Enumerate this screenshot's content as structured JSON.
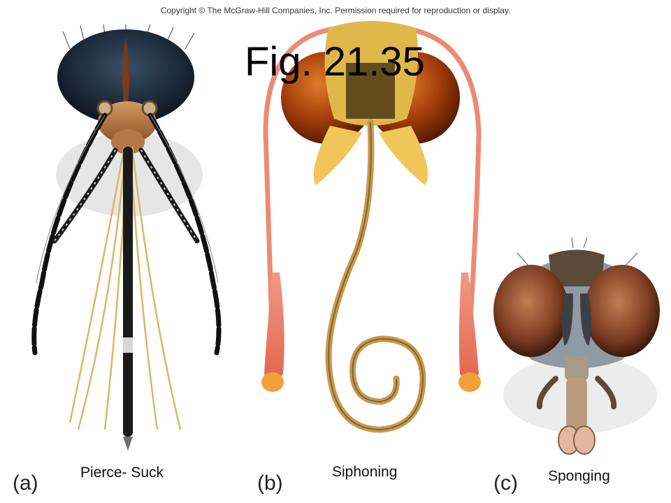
{
  "copyright": "Copyright © The McGraw-Hill Companies, Inc. Permission required for reproduction or display.",
  "figure_title": "Fig. 21.35",
  "panels": [
    {
      "letter": "(a)",
      "caption": "Pierce- Suck"
    },
    {
      "letter": "(b)",
      "caption": "Siphoning"
    },
    {
      "letter": "(c)",
      "caption": "Sponging"
    }
  ],
  "colors": {
    "mosquito_eye": "#1c2a38",
    "moth_eye": "#b4470b",
    "moth_antenna": "#e9826a",
    "proboscis": "#c49a52",
    "fly_eye": "#8a4a2c"
  }
}
